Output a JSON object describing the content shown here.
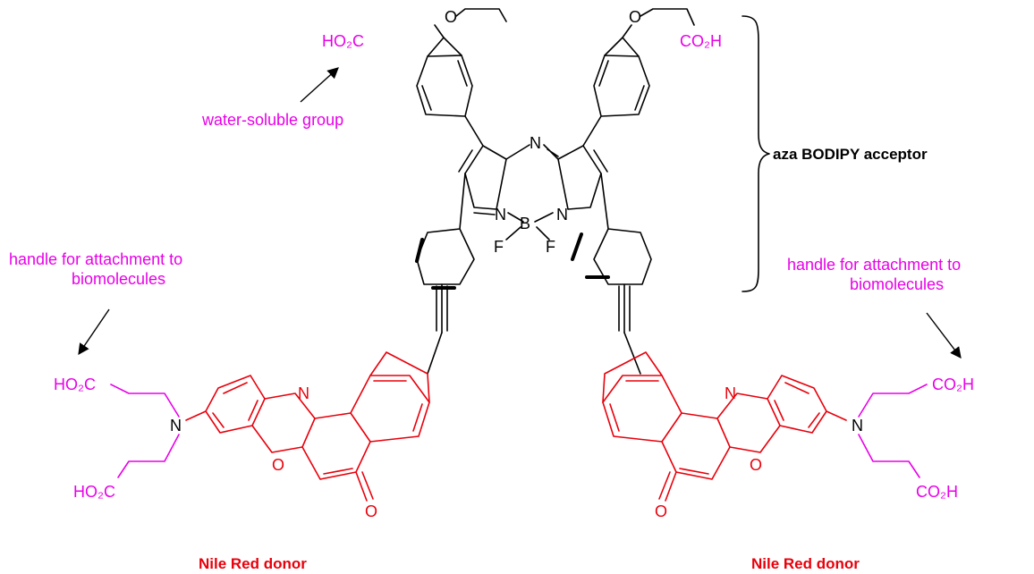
{
  "colors": {
    "core": "#000000",
    "donor": "#e8000b",
    "solubilizing": "#e800e8"
  },
  "labels": {
    "water_soluble": "water-soluble group",
    "handle_line1": "handle for attachment to",
    "handle_line2": "biomolecules",
    "acceptor": "aza BODIPY acceptor",
    "donor": "Nile Red donor"
  },
  "atoms": {
    "N": "N",
    "B": "B",
    "F": "F",
    "O": "O",
    "acid_left": "HO₂C",
    "acid_right": "CO₂H"
  }
}
